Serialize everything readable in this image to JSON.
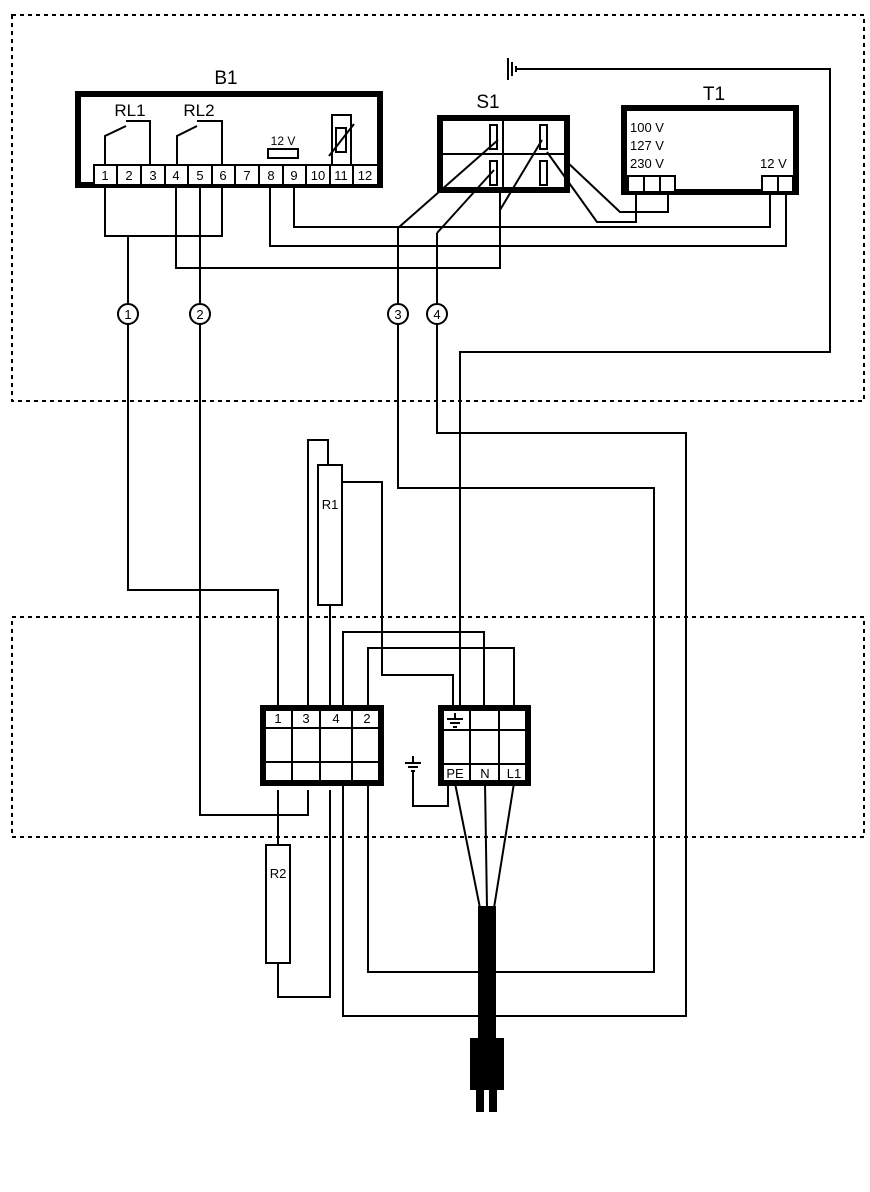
{
  "components": {
    "b1": "B1",
    "rl1": "RL1",
    "rl2": "RL2",
    "b1_voltage": "12 V",
    "b1_terminals": [
      "1",
      "2",
      "3",
      "4",
      "5",
      "6",
      "7",
      "8",
      "9",
      "10",
      "11",
      "12"
    ],
    "s1": "S1",
    "t1": "T1",
    "t1_taps": [
      "100 V",
      "127 V",
      "230 V"
    ],
    "t1_secondary": "12 V",
    "r1": "R1",
    "r2": "R2"
  },
  "wire_markers": [
    "1",
    "2",
    "3",
    "4"
  ],
  "terminal_block_left": [
    "1",
    "3",
    "4",
    "2"
  ],
  "terminal_block_right": [
    "PE",
    "N",
    "L1"
  ]
}
